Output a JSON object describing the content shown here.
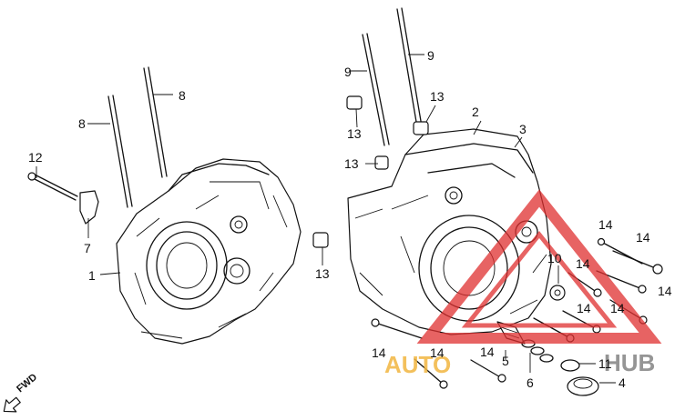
{
  "callouts": {
    "c1": "1",
    "c2": "2",
    "c3": "3",
    "c4": "4",
    "c5": "5",
    "c6": "6",
    "c7": "7",
    "c8a": "8",
    "c8b": "8",
    "c9a": "9",
    "c9b": "9",
    "c10": "10",
    "c11": "11",
    "c12": "12",
    "c13a": "13",
    "c13b": "13",
    "c13c": "13",
    "c13d": "13",
    "c14a": "14",
    "c14b": "14",
    "c14c": "14",
    "c14d": "14",
    "c14e": "14",
    "c14f": "14",
    "c14g": "14",
    "c14h": "14",
    "c14i": "14"
  },
  "direction_marker": {
    "label": "FWD"
  },
  "watermark": {
    "left_text": "AUTO",
    "right_text": "HUB",
    "left_color": "#f2b640",
    "right_color": "#8a8a8a",
    "triangle_color": "#e03030"
  }
}
